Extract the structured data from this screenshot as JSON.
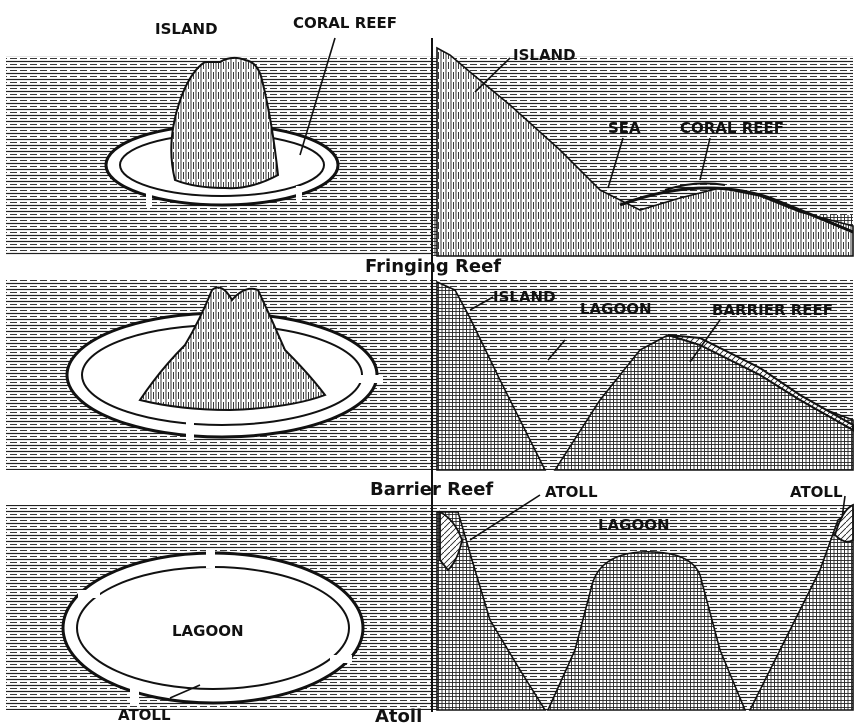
{
  "colors": {
    "ink": "#111111",
    "paper": "#ffffff"
  },
  "fringing": {
    "labels": {
      "island_left": "ISLAND",
      "coral_reef_left": "CORAL REEF",
      "island_right": "ISLAND",
      "sea": "SEA",
      "coral_reef_right": "CORAL REEF"
    },
    "caption": "Fringing Reef"
  },
  "barrier": {
    "labels": {
      "island": "ISLAND",
      "lagoon": "LAGOON",
      "barrier_reef": "BARRIER REEF"
    },
    "caption": "Barrier Reef"
  },
  "atoll": {
    "labels": {
      "lagoon_left": "LAGOON",
      "atoll_bottom": "ATOLL",
      "atoll_right1": "ATOLL",
      "lagoon_right": "LAGOON",
      "atoll_right2": "ATOLL"
    },
    "caption": "Atoll"
  }
}
